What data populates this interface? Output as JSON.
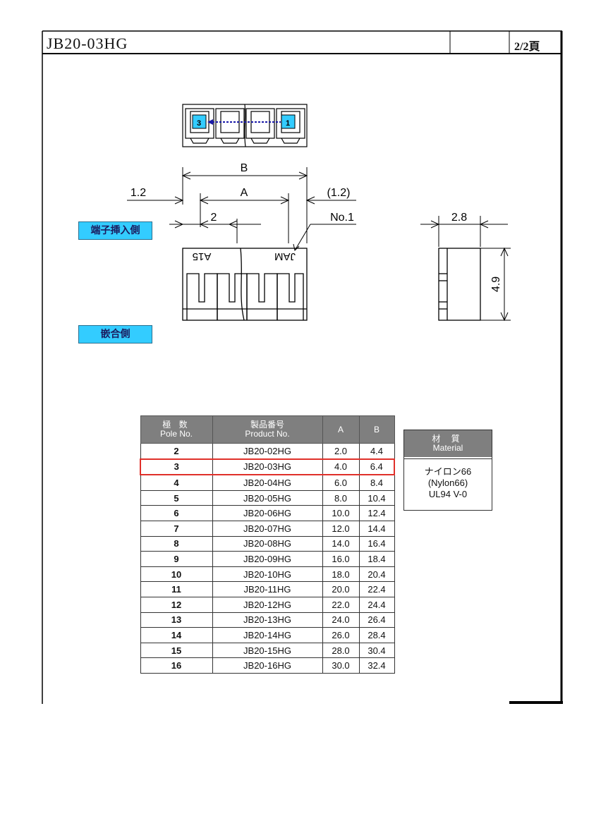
{
  "header": {
    "title": "JB20-03HG",
    "page": "2/2頁"
  },
  "drawing": {
    "terminal_label_left": "3",
    "terminal_label_right": "1",
    "dim_B": "B",
    "dim_A": "A",
    "dim_left_margin": "1.2",
    "dim_right_margin": "(1.2)",
    "dim_pitch": "2",
    "dim_no1": "No.1",
    "dim_width": "2.8",
    "dim_height": "4.9",
    "mark_left": "A15",
    "mark_right": "JAM",
    "tag_insert_side": "端子挿入側",
    "tag_mating_side": "嵌合側"
  },
  "table": {
    "headers": {
      "pole_jp": "極 数",
      "pole_en": "Pole No.",
      "product_jp": "製品番号",
      "product_en": "Product No.",
      "a": "A",
      "b": "B"
    },
    "highlight_product": "JB20-03HG",
    "rows": [
      {
        "pole": "2",
        "product": "JB20-02HG",
        "a": "2.0",
        "b": "4.4"
      },
      {
        "pole": "3",
        "product": "JB20-03HG",
        "a": "4.0",
        "b": "6.4"
      },
      {
        "pole": "4",
        "product": "JB20-04HG",
        "a": "6.0",
        "b": "8.4"
      },
      {
        "pole": "5",
        "product": "JB20-05HG",
        "a": "8.0",
        "b": "10.4"
      },
      {
        "pole": "6",
        "product": "JB20-06HG",
        "a": "10.0",
        "b": "12.4"
      },
      {
        "pole": "7",
        "product": "JB20-07HG",
        "a": "12.0",
        "b": "14.4"
      },
      {
        "pole": "8",
        "product": "JB20-08HG",
        "a": "14.0",
        "b": "16.4"
      },
      {
        "pole": "9",
        "product": "JB20-09HG",
        "a": "16.0",
        "b": "18.4"
      },
      {
        "pole": "10",
        "product": "JB20-10HG",
        "a": "18.0",
        "b": "20.4"
      },
      {
        "pole": "11",
        "product": "JB20-11HG",
        "a": "20.0",
        "b": "22.4"
      },
      {
        "pole": "12",
        "product": "JB20-12HG",
        "a": "22.0",
        "b": "24.4"
      },
      {
        "pole": "13",
        "product": "JB20-13HG",
        "a": "24.0",
        "b": "26.4"
      },
      {
        "pole": "14",
        "product": "JB20-14HG",
        "a": "26.0",
        "b": "28.4"
      },
      {
        "pole": "15",
        "product": "JB20-15HG",
        "a": "28.0",
        "b": "30.4"
      },
      {
        "pole": "16",
        "product": "JB20-16HG",
        "a": "30.0",
        "b": "32.4"
      }
    ]
  },
  "material": {
    "head_jp": "材 質",
    "head_en": "Material",
    "line1": "ナイロン66",
    "line2": "(Nylon66)",
    "line3": "UL94 V-0"
  },
  "colors": {
    "tag_fill": "#33ccff",
    "terminal_fill": "#33ccff",
    "arrow": "#1a1aa8",
    "highlight": "#e0302a",
    "table_header": "#7f7f7f"
  }
}
